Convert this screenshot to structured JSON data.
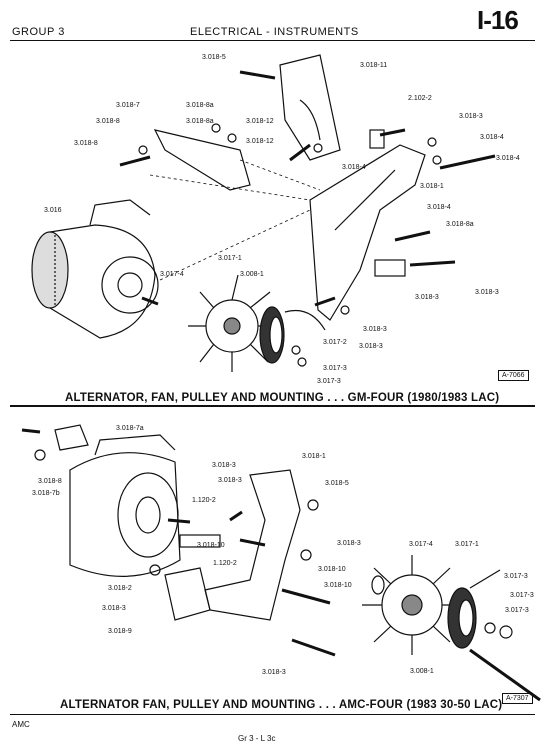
{
  "header": {
    "group": "GROUP 3",
    "title": "ELECTRICAL - INSTRUMENTS",
    "page": "I-16"
  },
  "diagram_top": {
    "caption": "ALTERNATOR, FAN, PULLEY AND MOUNTING . . . GM-FOUR (1980/1983 LAC)",
    "ref": "A-7066",
    "labels": [
      "3.018-5",
      "3.018-11",
      "3.018-7",
      "3.018-8a",
      "2.102-2",
      "3.018-8",
      "3.018-8a",
      "3.018-12",
      "3.018-3",
      "3.018-8",
      "3.018-12",
      "3.018-4",
      "3.018-4",
      "3.018-4",
      "3.018-1",
      "3.016",
      "3.018-4",
      "3.018-8a",
      "3.017-1",
      "3.017-4",
      "3.008-1",
      "3.018-3",
      "3.018-3",
      "3.017-2",
      "3.018-3",
      "3.018-3",
      "3.017-3",
      "3.017-3"
    ]
  },
  "diagram_bottom": {
    "caption": "ALTERNATOR FAN, PULLEY AND MOUNTING . . . AMC-FOUR (1983 30-50 LAC)",
    "ref": "A-7307",
    "labels": [
      "3.018-7a",
      "3.018-8",
      "3.018-7b",
      "3.018-1",
      "3.018-3",
      "3.018-3",
      "3.018-5",
      "1.120-2",
      "3.018-10",
      "3.018-3",
      "3.017-4",
      "3.017-1",
      "1.120-2",
      "3.018-10",
      "3.018-2",
      "3.018-10",
      "3.017-3",
      "3.017-3",
      "3.018-3",
      "3.018-9",
      "3.017-3",
      "3.018-3",
      "3.008-1"
    ]
  },
  "footer": {
    "left": "AMC",
    "center": "Gr 3 - L 3c"
  }
}
